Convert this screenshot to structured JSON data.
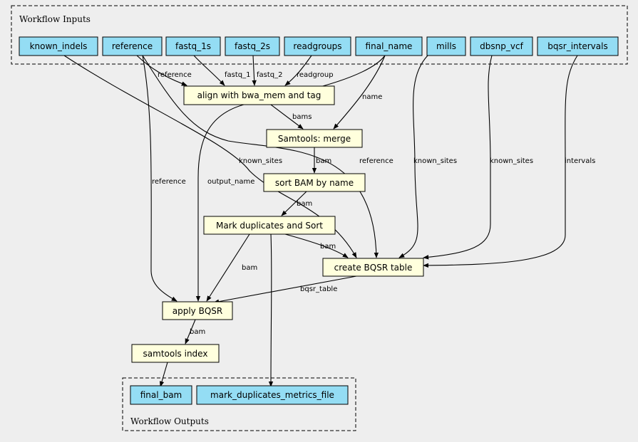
{
  "colors": {
    "background": "#eeeeee",
    "io_node": "#94ddf4",
    "step_node": "#ffffdd"
  },
  "clusters": {
    "inputs": "Workflow Inputs",
    "outputs": "Workflow Outputs"
  },
  "inputs": [
    "known_indels",
    "reference",
    "fastq_1s",
    "fastq_2s",
    "readgroups",
    "final_name",
    "mills",
    "dbsnp_vcf",
    "bqsr_intervals"
  ],
  "steps": {
    "align": "align with bwa_mem and tag",
    "merge": "Samtools: merge",
    "sort": "sort BAM by name",
    "markdup": "Mark duplicates and Sort",
    "bqsr_table": "create BQSR table",
    "apply_bqsr": "apply BQSR",
    "index": "samtools index"
  },
  "outputs": [
    "final_bam",
    "mark_duplicates_metrics_file"
  ],
  "edge_labels": {
    "reference_to_align": "reference",
    "fastq1_to_align": "fastq_1",
    "fastq2_to_align": "fastq_2",
    "readgroups_to_align": "readgroup",
    "name_to_merge": "name",
    "align_to_merge": "bams",
    "merge_to_sort": "bam",
    "known_indels_to_bqsr": "known_sites",
    "reference_to_bqsr": "reference",
    "mills_to_bqsr": "known_sites",
    "dbsnp_to_bqsr": "known_sites",
    "intervals_to_bqsr": "intervals",
    "reference_to_apply": "reference",
    "final_name_to_apply": "output_name",
    "sort_to_markdup": "bam",
    "markdup_to_bqsr": "bam",
    "markdup_to_apply": "bam",
    "bqsr_to_apply": "bqsr_table",
    "apply_to_index": "bam"
  }
}
